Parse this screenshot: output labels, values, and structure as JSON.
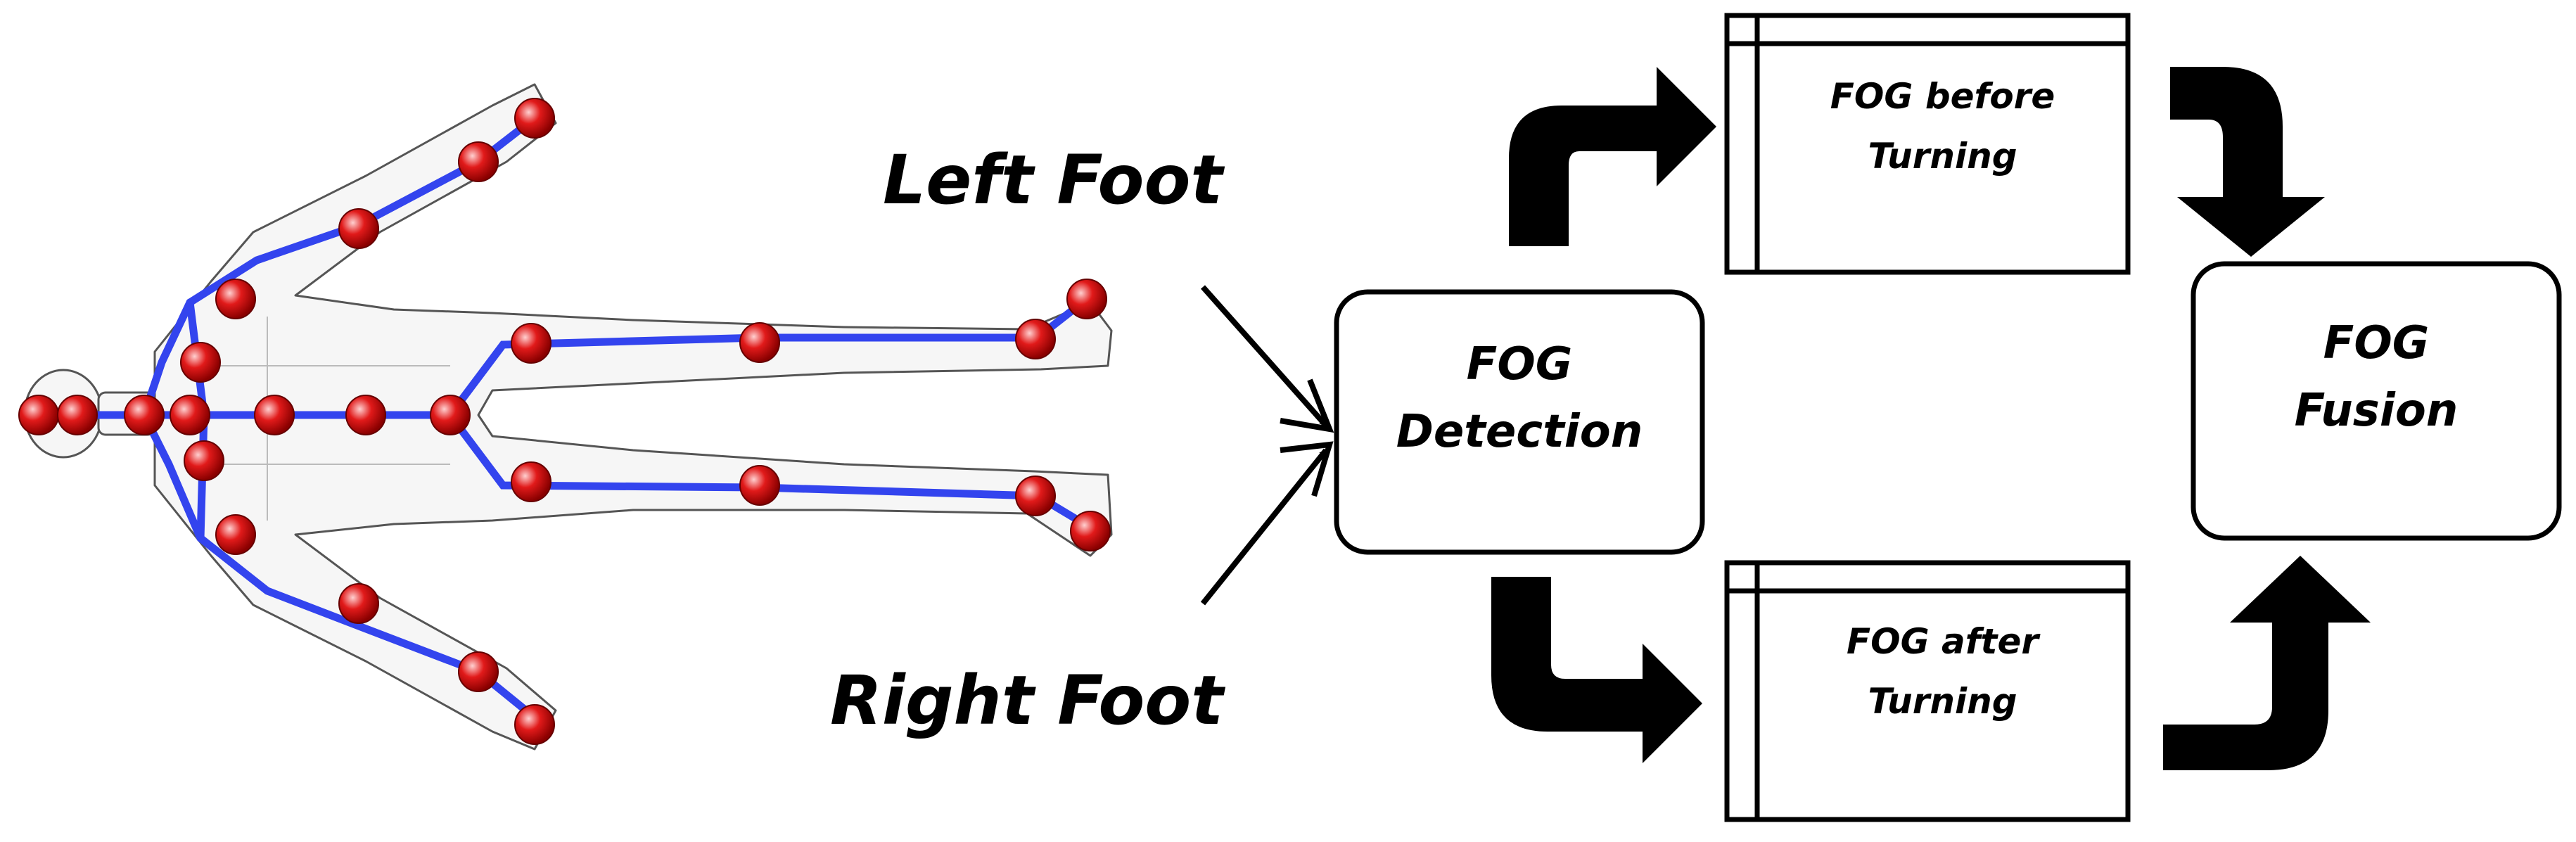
{
  "labels": {
    "left_foot": "Left Foot",
    "right_foot": "Right Foot"
  },
  "boxes": {
    "detection": {
      "line1": "FOG",
      "line2": "Detection"
    },
    "before": {
      "line1": "FOG before",
      "line2": "Turning"
    },
    "after": {
      "line1": "FOG after",
      "line2": "Turning"
    },
    "fusion": {
      "line1": "FOG",
      "line2": "Fusion"
    }
  },
  "colors": {
    "skeleton": "#3344ee",
    "joint": "#e11a1a",
    "outline": "#000000"
  }
}
